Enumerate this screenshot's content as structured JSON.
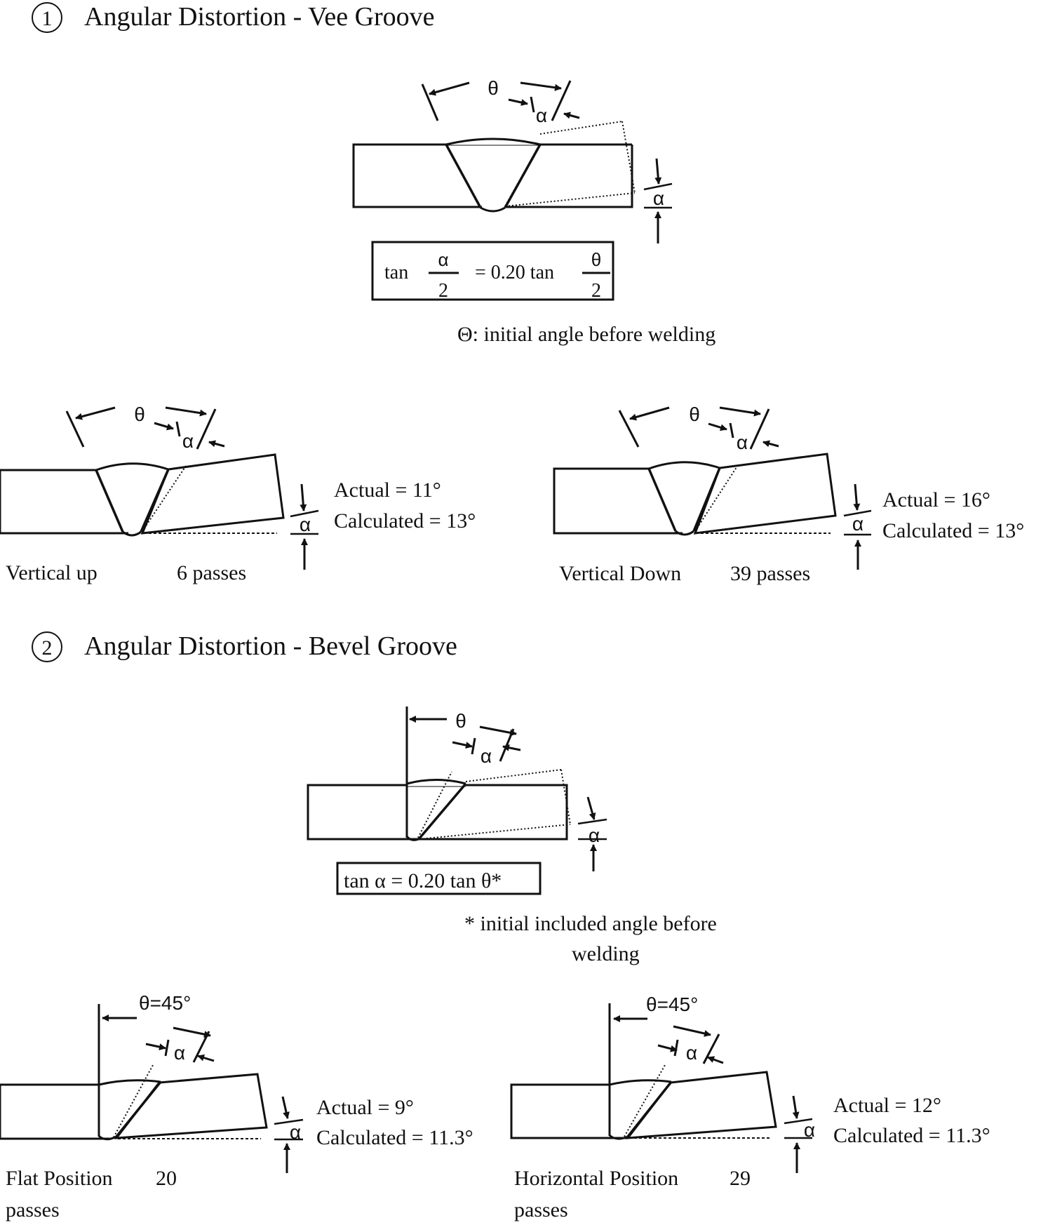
{
  "section1": {
    "number": "1",
    "title": "Angular Distortion - Vee Groove",
    "diagram": {
      "theta": "θ",
      "alpha": "α",
      "alpha_side": "α"
    },
    "formula": {
      "lhs": "tan",
      "lhs_num": "α",
      "lhs_den": "2",
      "rhs": "= 0.20 tan",
      "rhs_num": "θ",
      "rhs_den": "2"
    },
    "note": "Θ:  initial angle before welding",
    "examples": [
      {
        "theta": "θ",
        "alpha": "α",
        "alpha_side": "α",
        "actual": "Actual =  11°",
        "calculated": "Calculated =  13°",
        "position": "Vertical up",
        "passes": "6 passes"
      },
      {
        "theta": "θ",
        "alpha": "α",
        "alpha_side": "α",
        "actual": "Actual =  16°",
        "calculated": "Calculated =  13°",
        "position": "Vertical Down",
        "passes": "39 passes"
      }
    ]
  },
  "section2": {
    "number": "2",
    "title": "Angular Distortion - Bevel Groove",
    "diagram": {
      "theta": "θ",
      "alpha": "α",
      "alpha_side": "α"
    },
    "formula": "tan α = 0.20 tan θ*",
    "note_line1": "* initial included angle before",
    "note_line2": "welding",
    "examples": [
      {
        "theta": "θ=45°",
        "alpha": "α",
        "alpha_side": "α",
        "actual": "Actual =  9°",
        "calculated": "Calculated = 11.3°",
        "position": "Flat Position",
        "passes_count": "20",
        "passes_word": "passes"
      },
      {
        "theta": "θ=45°",
        "alpha": "α",
        "alpha_side": "α",
        "actual": "Actual = 12°",
        "calculated": "Calculated = 11.3°",
        "position": "Horizontal Position",
        "passes_count": "29",
        "passes_word": "passes"
      }
    ]
  },
  "colors": {
    "ink": "#111111",
    "background": "#ffffff"
  }
}
